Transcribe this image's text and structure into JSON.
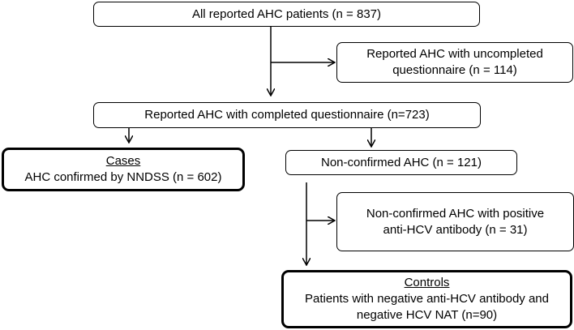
{
  "nodes": {
    "all_reported": {
      "line1": "All reported AHC patients (n = 837)"
    },
    "uncompleted": {
      "line1": "Reported AHC with uncompleted",
      "line2": "questionnaire (n = 114)"
    },
    "completed": {
      "line1": "Reported AHC with completed questionnaire (n=723)"
    },
    "cases": {
      "title": "Cases",
      "line1": "AHC confirmed by NNDSS (n = 602)"
    },
    "non_confirmed": {
      "line1": "Non-confirmed AHC (n = 121)"
    },
    "positive_hcv": {
      "line1": "Non-confirmed AHC with positive",
      "line2": "anti-HCV antibody (n = 31)"
    },
    "controls": {
      "title": "Controls",
      "line1": "Patients with negative anti-HCV antibody and",
      "line2": "negative HCV NAT (n=90)"
    }
  },
  "colors": {
    "stroke": "#000000",
    "background": "#ffffff"
  }
}
